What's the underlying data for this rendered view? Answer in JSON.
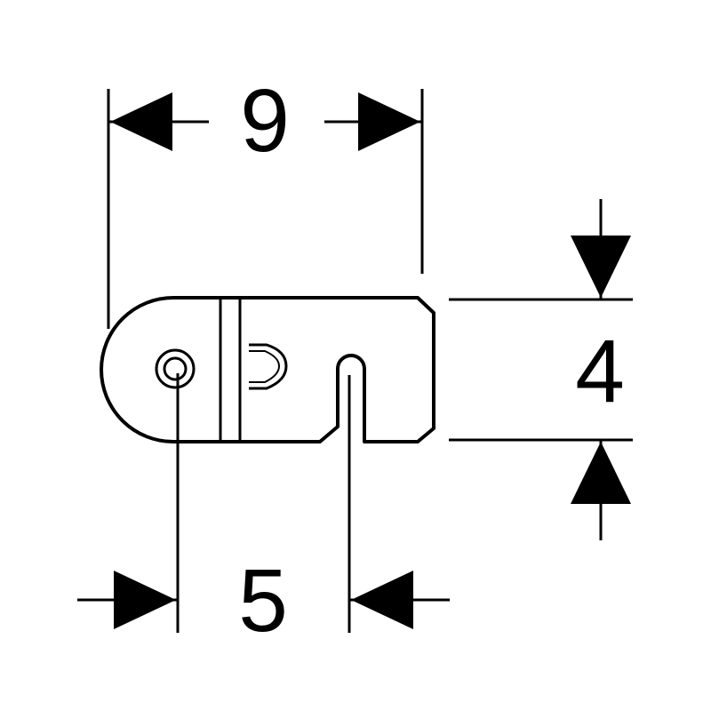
{
  "dimensions": {
    "width": "9",
    "hole_to_slot": "5",
    "height": "4"
  },
  "colors": {
    "line": "#000000",
    "background": "#ffffff"
  }
}
